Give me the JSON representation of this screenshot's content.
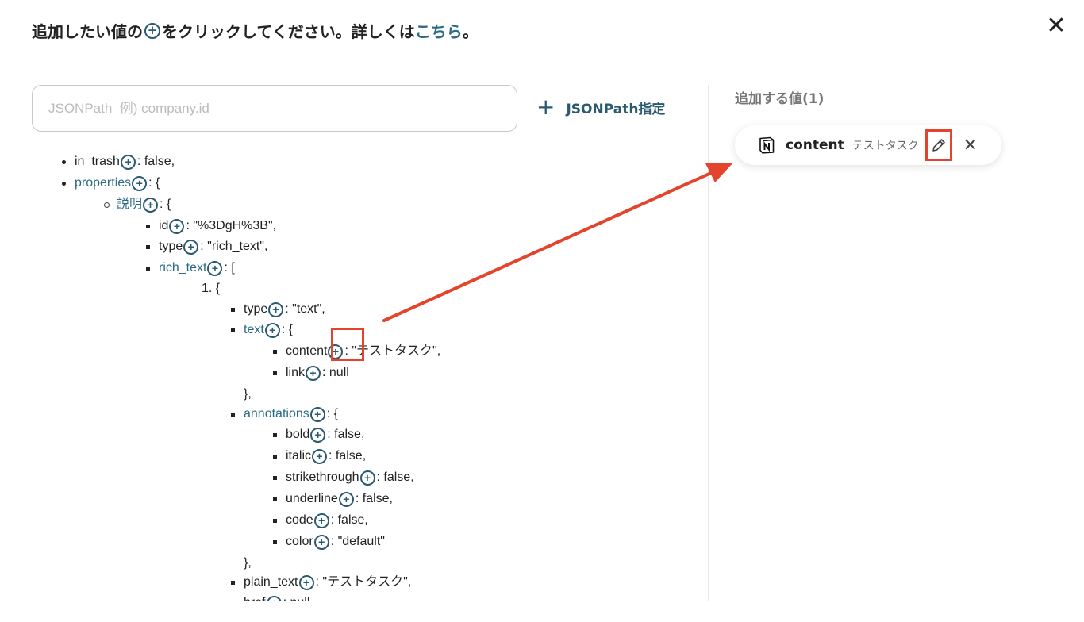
{
  "header": {
    "prefix": "追加したい値の",
    "plus_symbol": "+",
    "middle": "をクリックしてください。詳しくは",
    "link": "こちら",
    "suffix": "。"
  },
  "close_symbol": "✕",
  "search": {
    "placeholder": "JSONPath  例) company.id",
    "value": ""
  },
  "jsonpath_button": {
    "icon": "+",
    "label": "JSONPath指定"
  },
  "tree": [
    {
      "key": "in_trash",
      "link": false,
      "rest": ": false,",
      "bullet": "disc"
    },
    {
      "key": "properties",
      "link": true,
      "rest": ": {",
      "bullet": "disc"
    },
    {
      "key": "説明",
      "link": true,
      "rest": ": {",
      "bullet": "circle"
    },
    {
      "key": "id",
      "link": false,
      "rest": ": \"%3DgH%3B\",",
      "bullet": "square"
    },
    {
      "key": "type",
      "link": false,
      "rest": ": \"rich_text\",",
      "bullet": "square"
    },
    {
      "key": "rich_text",
      "link": true,
      "rest": ": [",
      "bullet": "square"
    },
    {
      "key": "1. {",
      "link": false,
      "rest": "",
      "bullet": "number"
    },
    {
      "key": "type",
      "link": false,
      "rest": ": \"text\",",
      "bullet": "square"
    },
    {
      "key": "text",
      "link": true,
      "rest": ": {",
      "bullet": "square"
    },
    {
      "key": "content",
      "link": false,
      "rest": ": \"テストタスク\",",
      "bullet": "square"
    },
    {
      "key": "link",
      "link": false,
      "rest": ": null",
      "bullet": "square"
    },
    {
      "key": "},",
      "link": false,
      "rest": "",
      "bullet": "none"
    },
    {
      "key": "annotations",
      "link": true,
      "rest": ": {",
      "bullet": "square"
    },
    {
      "key": "bold",
      "link": false,
      "rest": ": false,",
      "bullet": "square"
    },
    {
      "key": "italic",
      "link": false,
      "rest": ": false,",
      "bullet": "square"
    },
    {
      "key": "strikethrough",
      "link": false,
      "rest": ": false,",
      "bullet": "square"
    },
    {
      "key": "underline",
      "link": false,
      "rest": ": false,",
      "bullet": "square"
    },
    {
      "key": "code",
      "link": false,
      "rest": ": false,",
      "bullet": "square"
    },
    {
      "key": "color",
      "link": false,
      "rest": ": \"default\"",
      "bullet": "square"
    },
    {
      "key": "},",
      "link": false,
      "rest": "",
      "bullet": "none"
    },
    {
      "key": "plain_text",
      "link": false,
      "rest": ": \"テストタスク\",",
      "bullet": "square"
    },
    {
      "key": "href",
      "link": false,
      "rest": ": null",
      "bullet": "square"
    }
  ],
  "right_panel": {
    "title": "追加する値(1)",
    "chip": {
      "icon": "notion-icon",
      "name": "content",
      "sample": "テストタスク",
      "remove_symbol": "✕"
    }
  },
  "colors": {
    "accent": "#2a5a70",
    "link": "#2a6a82",
    "highlight": "#e4432c"
  }
}
